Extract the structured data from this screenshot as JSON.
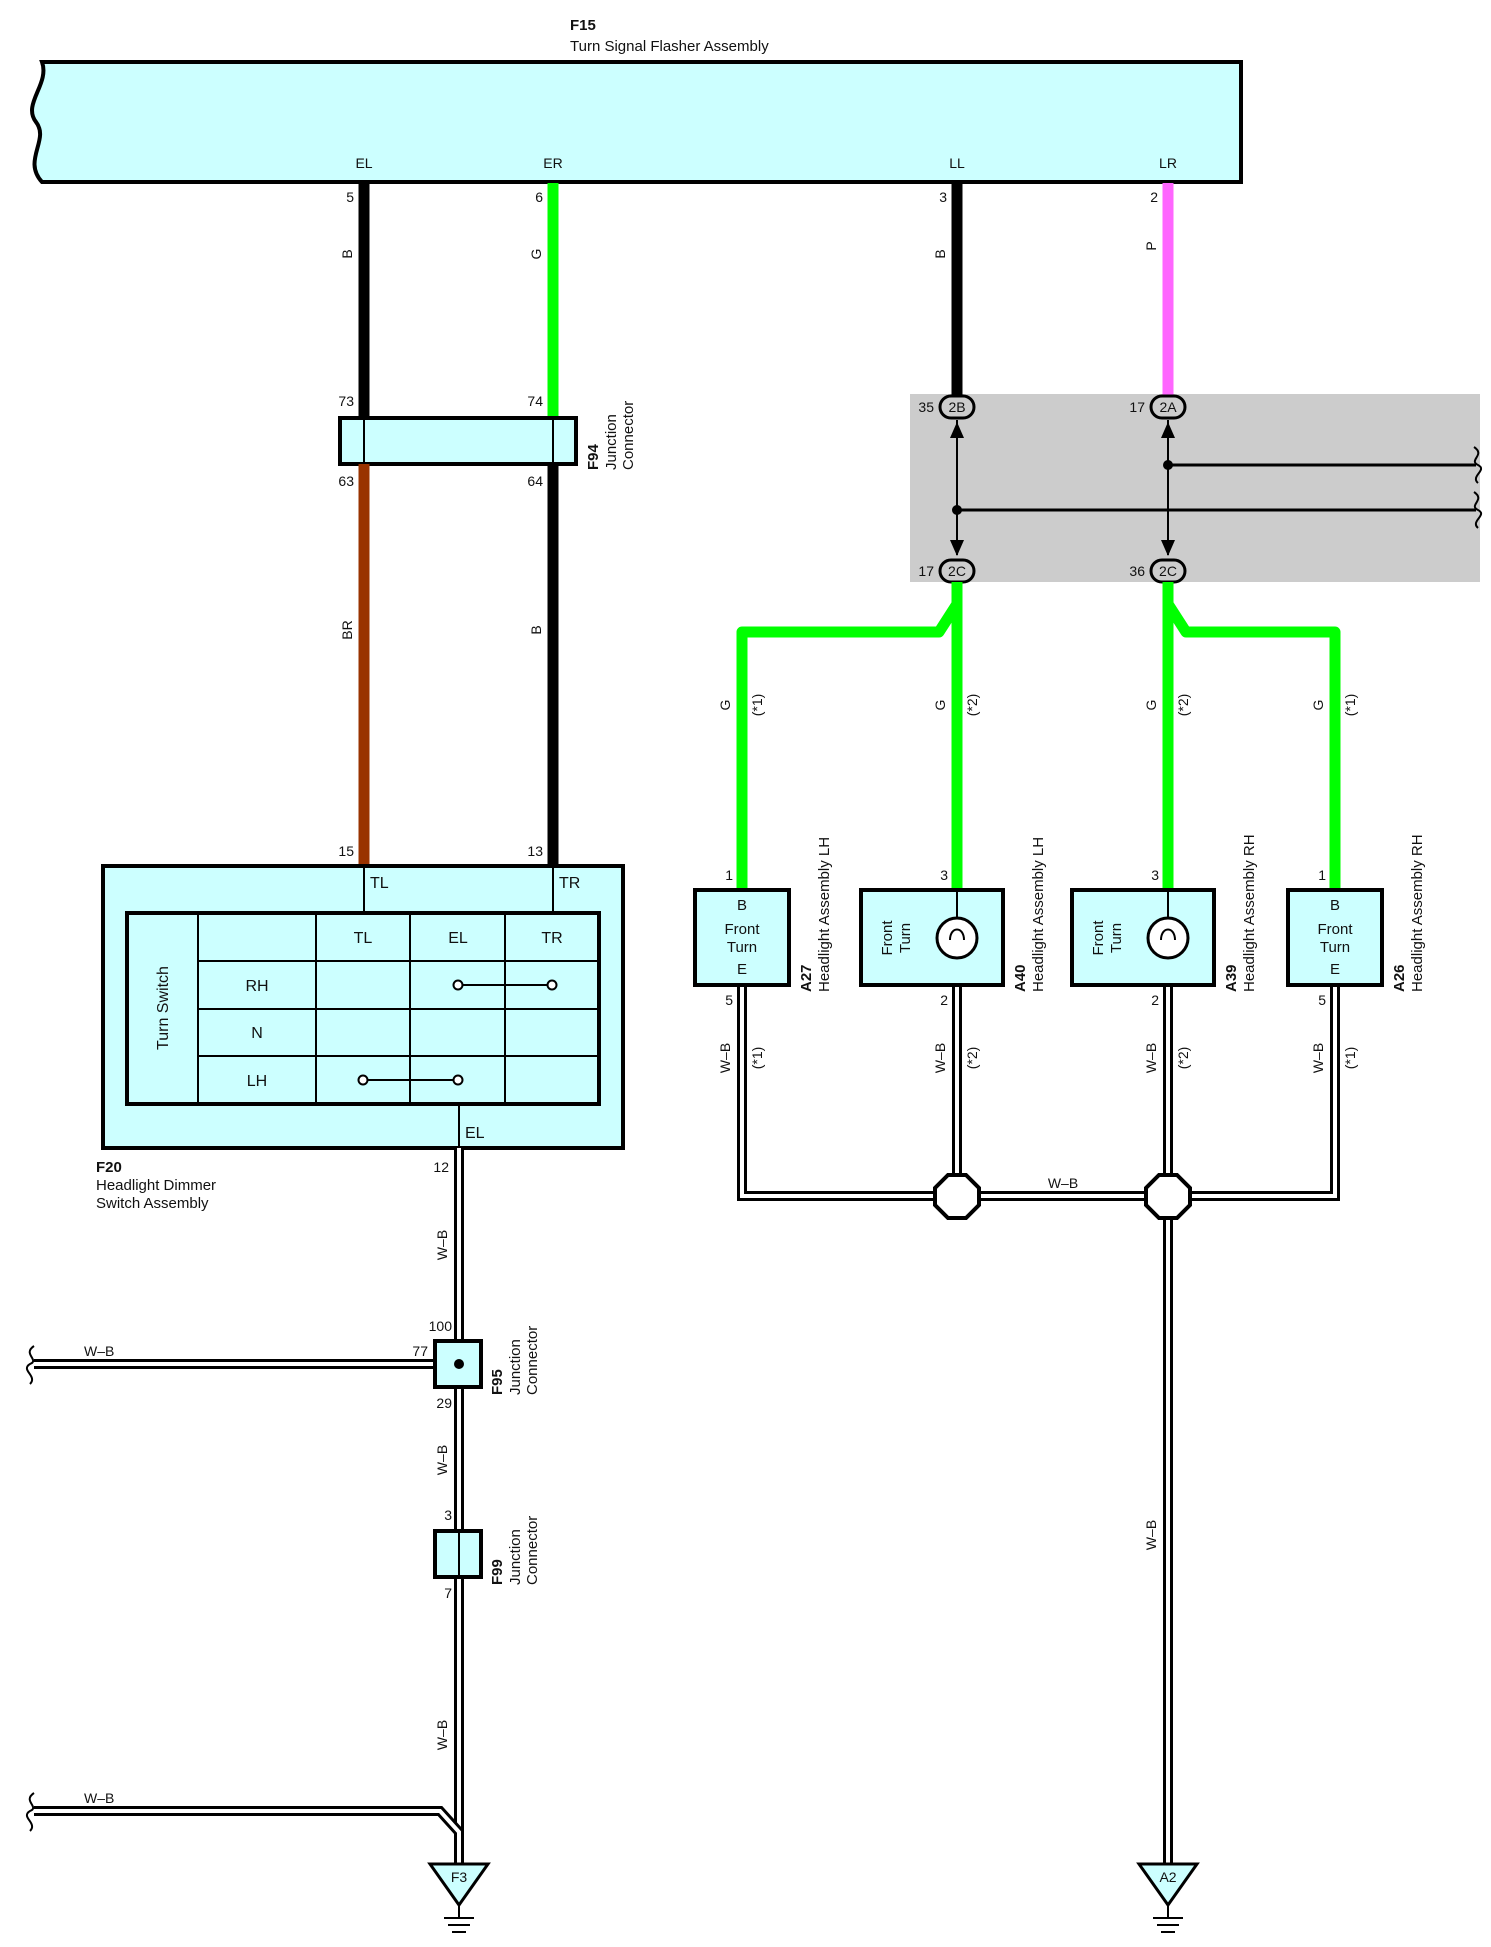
{
  "colors": {
    "component_fill": "#ccffff",
    "junction_block_fill": "#cccccc",
    "wire_black": "#000000",
    "wire_green": "#00ff00",
    "wire_pink": "#ff66ff",
    "wire_brown": "#993300",
    "wire_white": "#ffffff"
  },
  "f15": {
    "id": "F15",
    "name": "Turn Signal Flasher Assembly",
    "terminals": [
      "EL",
      "ER",
      "LL",
      "LR"
    ],
    "pins": [
      "5",
      "6",
      "3",
      "2"
    ]
  },
  "f94": {
    "id": "F94",
    "name1": "Junction",
    "name2": "Connector",
    "pins": [
      "73",
      "74",
      "63",
      "64"
    ]
  },
  "f20": {
    "id": "F20",
    "name1": "Headlight Dimmer",
    "name2": "Switch Assembly",
    "pins": [
      "15",
      "13",
      "12"
    ],
    "terminals": [
      "TL",
      "TR",
      "EL"
    ],
    "switch_label": "Turn Switch",
    "table_headers": [
      "TL",
      "EL",
      "TR"
    ],
    "table_rows": [
      "RH",
      "N",
      "LH"
    ]
  },
  "junction_block": {
    "connectors": [
      "2B",
      "2A",
      "2C",
      "2C"
    ],
    "pins": [
      "35",
      "17",
      "17",
      "36"
    ]
  },
  "wires": {
    "b": "B",
    "g": "G",
    "p": "P",
    "br": "BR",
    "wb": "W–B",
    "note1": "(*1)",
    "note2": "(*2)"
  },
  "a27": {
    "id": "A27",
    "name": "Headlight Assembly LH",
    "top": "B",
    "mid1": "Front",
    "mid2": "Turn",
    "bottom": "E",
    "pin_top": "1",
    "pin_bottom": "5"
  },
  "a40": {
    "id": "A40",
    "name": "Headlight Assembly LH",
    "label1": "Front",
    "label2": "Turn",
    "pin_top": "3",
    "pin_bottom": "2"
  },
  "a39": {
    "id": "A39",
    "name": "Headlight Assembly RH",
    "label1": "Front",
    "label2": "Turn",
    "pin_top": "3",
    "pin_bottom": "2"
  },
  "a26": {
    "id": "A26",
    "name": "Headlight Assembly RH",
    "top": "B",
    "mid1": "Front",
    "mid2": "Turn",
    "bottom": "E",
    "pin_top": "1",
    "pin_bottom": "5"
  },
  "f95": {
    "id": "F95",
    "name1": "Junction",
    "name2": "Connector",
    "pins": [
      "100",
      "77",
      "29"
    ]
  },
  "f99": {
    "id": "F99",
    "name1": "Junction",
    "name2": "Connector",
    "pins": [
      "3",
      "7"
    ]
  },
  "grounds": [
    "F3",
    "A2"
  ]
}
